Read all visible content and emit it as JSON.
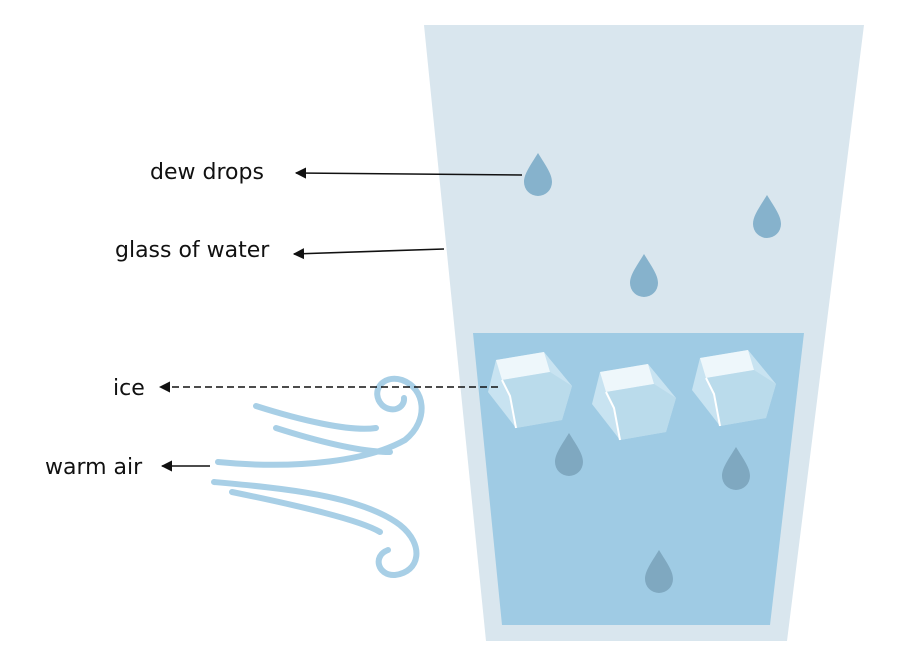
{
  "labels": {
    "dew_drops": "dew drops",
    "glass_of_water": "glass of water",
    "ice": "ice",
    "warm_air": "warm air"
  },
  "colors": {
    "glass": "#d9e6ee",
    "water": "#9fcbe4",
    "drop_outer": "#86b2cc",
    "drop_inner": "#7fa8c0",
    "ice": "#cfe7f3",
    "wind": "#a8cfe6",
    "text": "#111111"
  },
  "icons": [
    "dew-drop-icon",
    "ice-cube-icon",
    "wind-swirl-icon"
  ]
}
